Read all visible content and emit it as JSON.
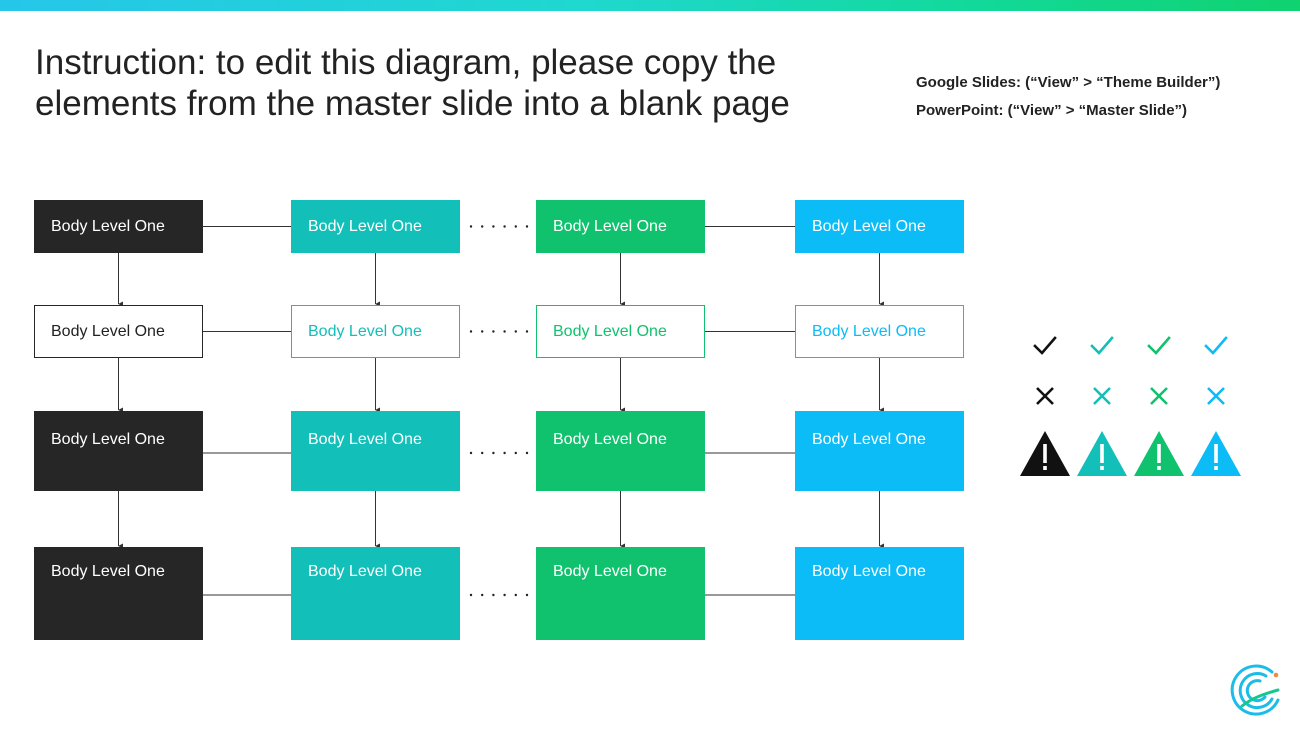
{
  "slide": {
    "title_line1": "Instruction: to edit this diagram, please copy the",
    "title_line2": "elements from the master slide into a blank page",
    "instruction_google": "Google Slides: (“View” > “Theme Builder”)",
    "instruction_powerpoint": "PowerPoint: (“View” > “Master Slide”)"
  },
  "colors": {
    "dark": "#262626",
    "teal": "#12bfb9",
    "green": "#10c26e",
    "blue": "#0bbcf6",
    "line": "#333333",
    "gradient_start": "#26c6e9",
    "gradient_end": "#10d26f"
  },
  "diagram": {
    "rows": [
      {
        "style": "filled",
        "labels": [
          "Body Level One",
          "Body Level One",
          "Body Level One",
          "Body Level One"
        ]
      },
      {
        "style": "outline",
        "labels": [
          "Body Level One",
          "Body Level One",
          "Body Level One",
          "Body Level One"
        ]
      },
      {
        "style": "filled",
        "labels": [
          "Body Level One",
          "Body Level One",
          "Body Level One",
          "Body Level One"
        ]
      },
      {
        "style": "filled",
        "labels": [
          "Body Level One",
          "Body Level One",
          "Body Level One",
          "Body Level One"
        ]
      }
    ],
    "column_colors": [
      "dark",
      "teal",
      "green",
      "blue"
    ]
  },
  "legend": {
    "icon_rows": [
      "check-icon",
      "cross-icon",
      "warning-icon"
    ],
    "column_colors": [
      "#111111",
      "#12bfb9",
      "#10c26e",
      "#0bbcf6"
    ]
  },
  "logo": {
    "icon": "brand-logo-icon"
  }
}
